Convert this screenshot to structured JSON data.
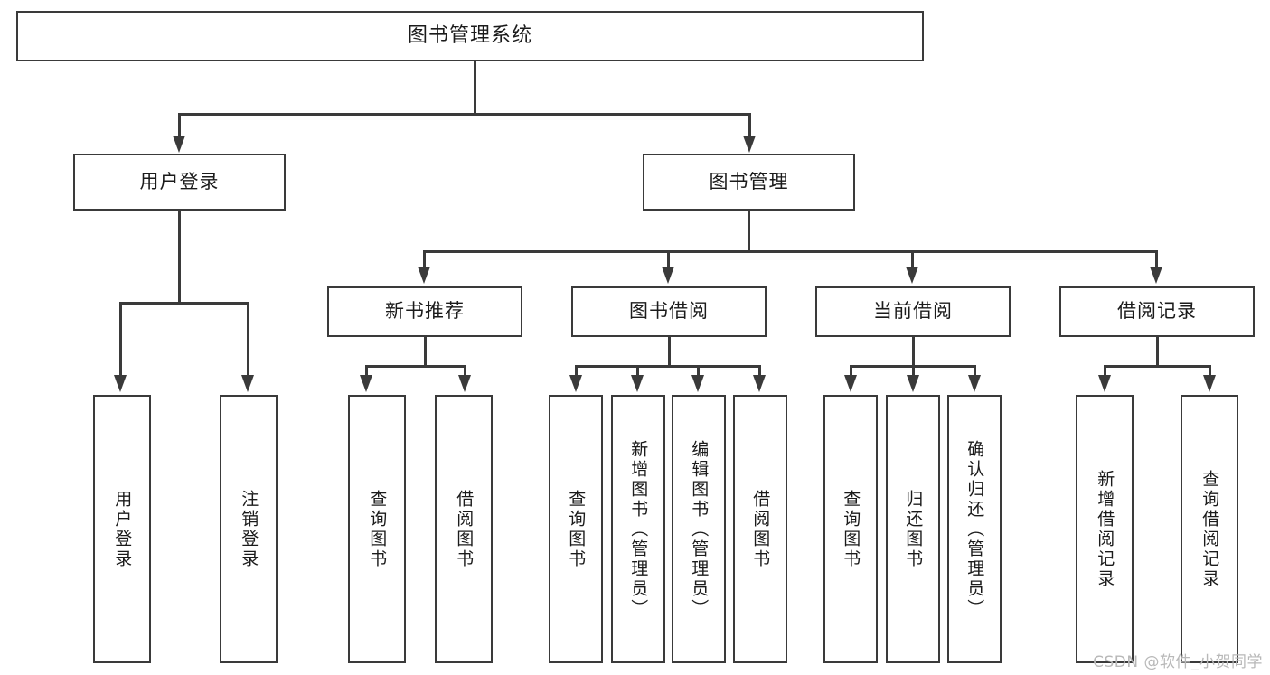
{
  "diagram": {
    "title": "图书管理系统",
    "type": "tree-hierarchy-chart",
    "root": {
      "label": "图书管理系统"
    },
    "level2": [
      {
        "label": "用户登录"
      },
      {
        "label": "图书管理"
      }
    ],
    "level3": [
      {
        "label": "新书推荐"
      },
      {
        "label": "图书借阅"
      },
      {
        "label": "当前借阅"
      },
      {
        "label": "借阅记录"
      }
    ],
    "leaves": [
      {
        "label": "用户登录",
        "parent": "用户登录"
      },
      {
        "label": "注销登录",
        "parent": "用户登录"
      },
      {
        "label": "查询图书",
        "parent": "新书推荐"
      },
      {
        "label": "借阅图书",
        "parent": "新书推荐"
      },
      {
        "label": "查询图书",
        "parent": "图书借阅"
      },
      {
        "label": "新增图书（管理员）",
        "parent": "图书借阅"
      },
      {
        "label": "编辑图书（管理员）",
        "parent": "图书借阅"
      },
      {
        "label": "借阅图书",
        "parent": "图书借阅"
      },
      {
        "label": "查询图书",
        "parent": "当前借阅"
      },
      {
        "label": "归还图书",
        "parent": "当前借阅"
      },
      {
        "label": "确认归还（管理员）",
        "parent": "当前借阅"
      },
      {
        "label": "新增借阅记录",
        "parent": "借阅记录"
      },
      {
        "label": "查询借阅记录",
        "parent": "借阅记录"
      }
    ]
  },
  "watermark": {
    "text": "CSDN @软件_小贺同学"
  },
  "colors": {
    "stroke": "#3a3a3a",
    "fill": "#ffffff",
    "text": "#1b1b1b",
    "watermark": "#b8b8b8"
  }
}
